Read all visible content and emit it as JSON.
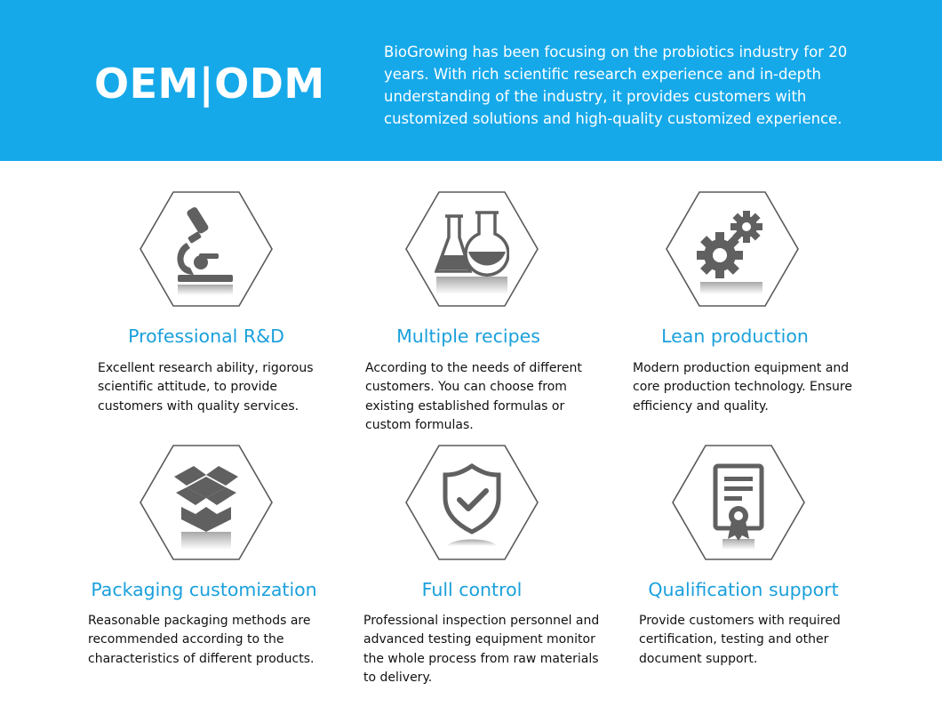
{
  "banner": {
    "title": "OEM|ODM",
    "text": "BioGrowing has been focusing on the probiotics industry for 20 years. With rich scientific research experience and in-depth understanding of the industry, it provides customers with customized solutions and high-quality customized experience."
  },
  "features": [
    {
      "icon": "microscope-icon",
      "title": "Professional R&D",
      "description": "Excellent research ability, rigorous scientific attitude, to provide customers with quality services."
    },
    {
      "icon": "flasks-icon",
      "title": "Multiple recipes",
      "description": "According to the needs of different customers. You can choose from existing established formulas or custom formulas."
    },
    {
      "icon": "gears-icon",
      "title": "Lean production",
      "description": "Modern production equipment and core production technology. Ensure efficiency and quality."
    },
    {
      "icon": "box-icon",
      "title": "Packaging customization",
      "description": "Reasonable packaging methods are recommended according to the characteristics of different products."
    },
    {
      "icon": "shield-check-icon",
      "title": "Full control",
      "description": "Professional inspection personnel and advanced testing equipment monitor the whole process from raw materials to delivery."
    },
    {
      "icon": "certificate-icon",
      "title": "Qualification support",
      "description": "Provide customers with required certification, testing and other document support."
    }
  ],
  "colors": {
    "banner": "#16a9ea",
    "title": "#1aa0dc",
    "icon": "#606060"
  }
}
